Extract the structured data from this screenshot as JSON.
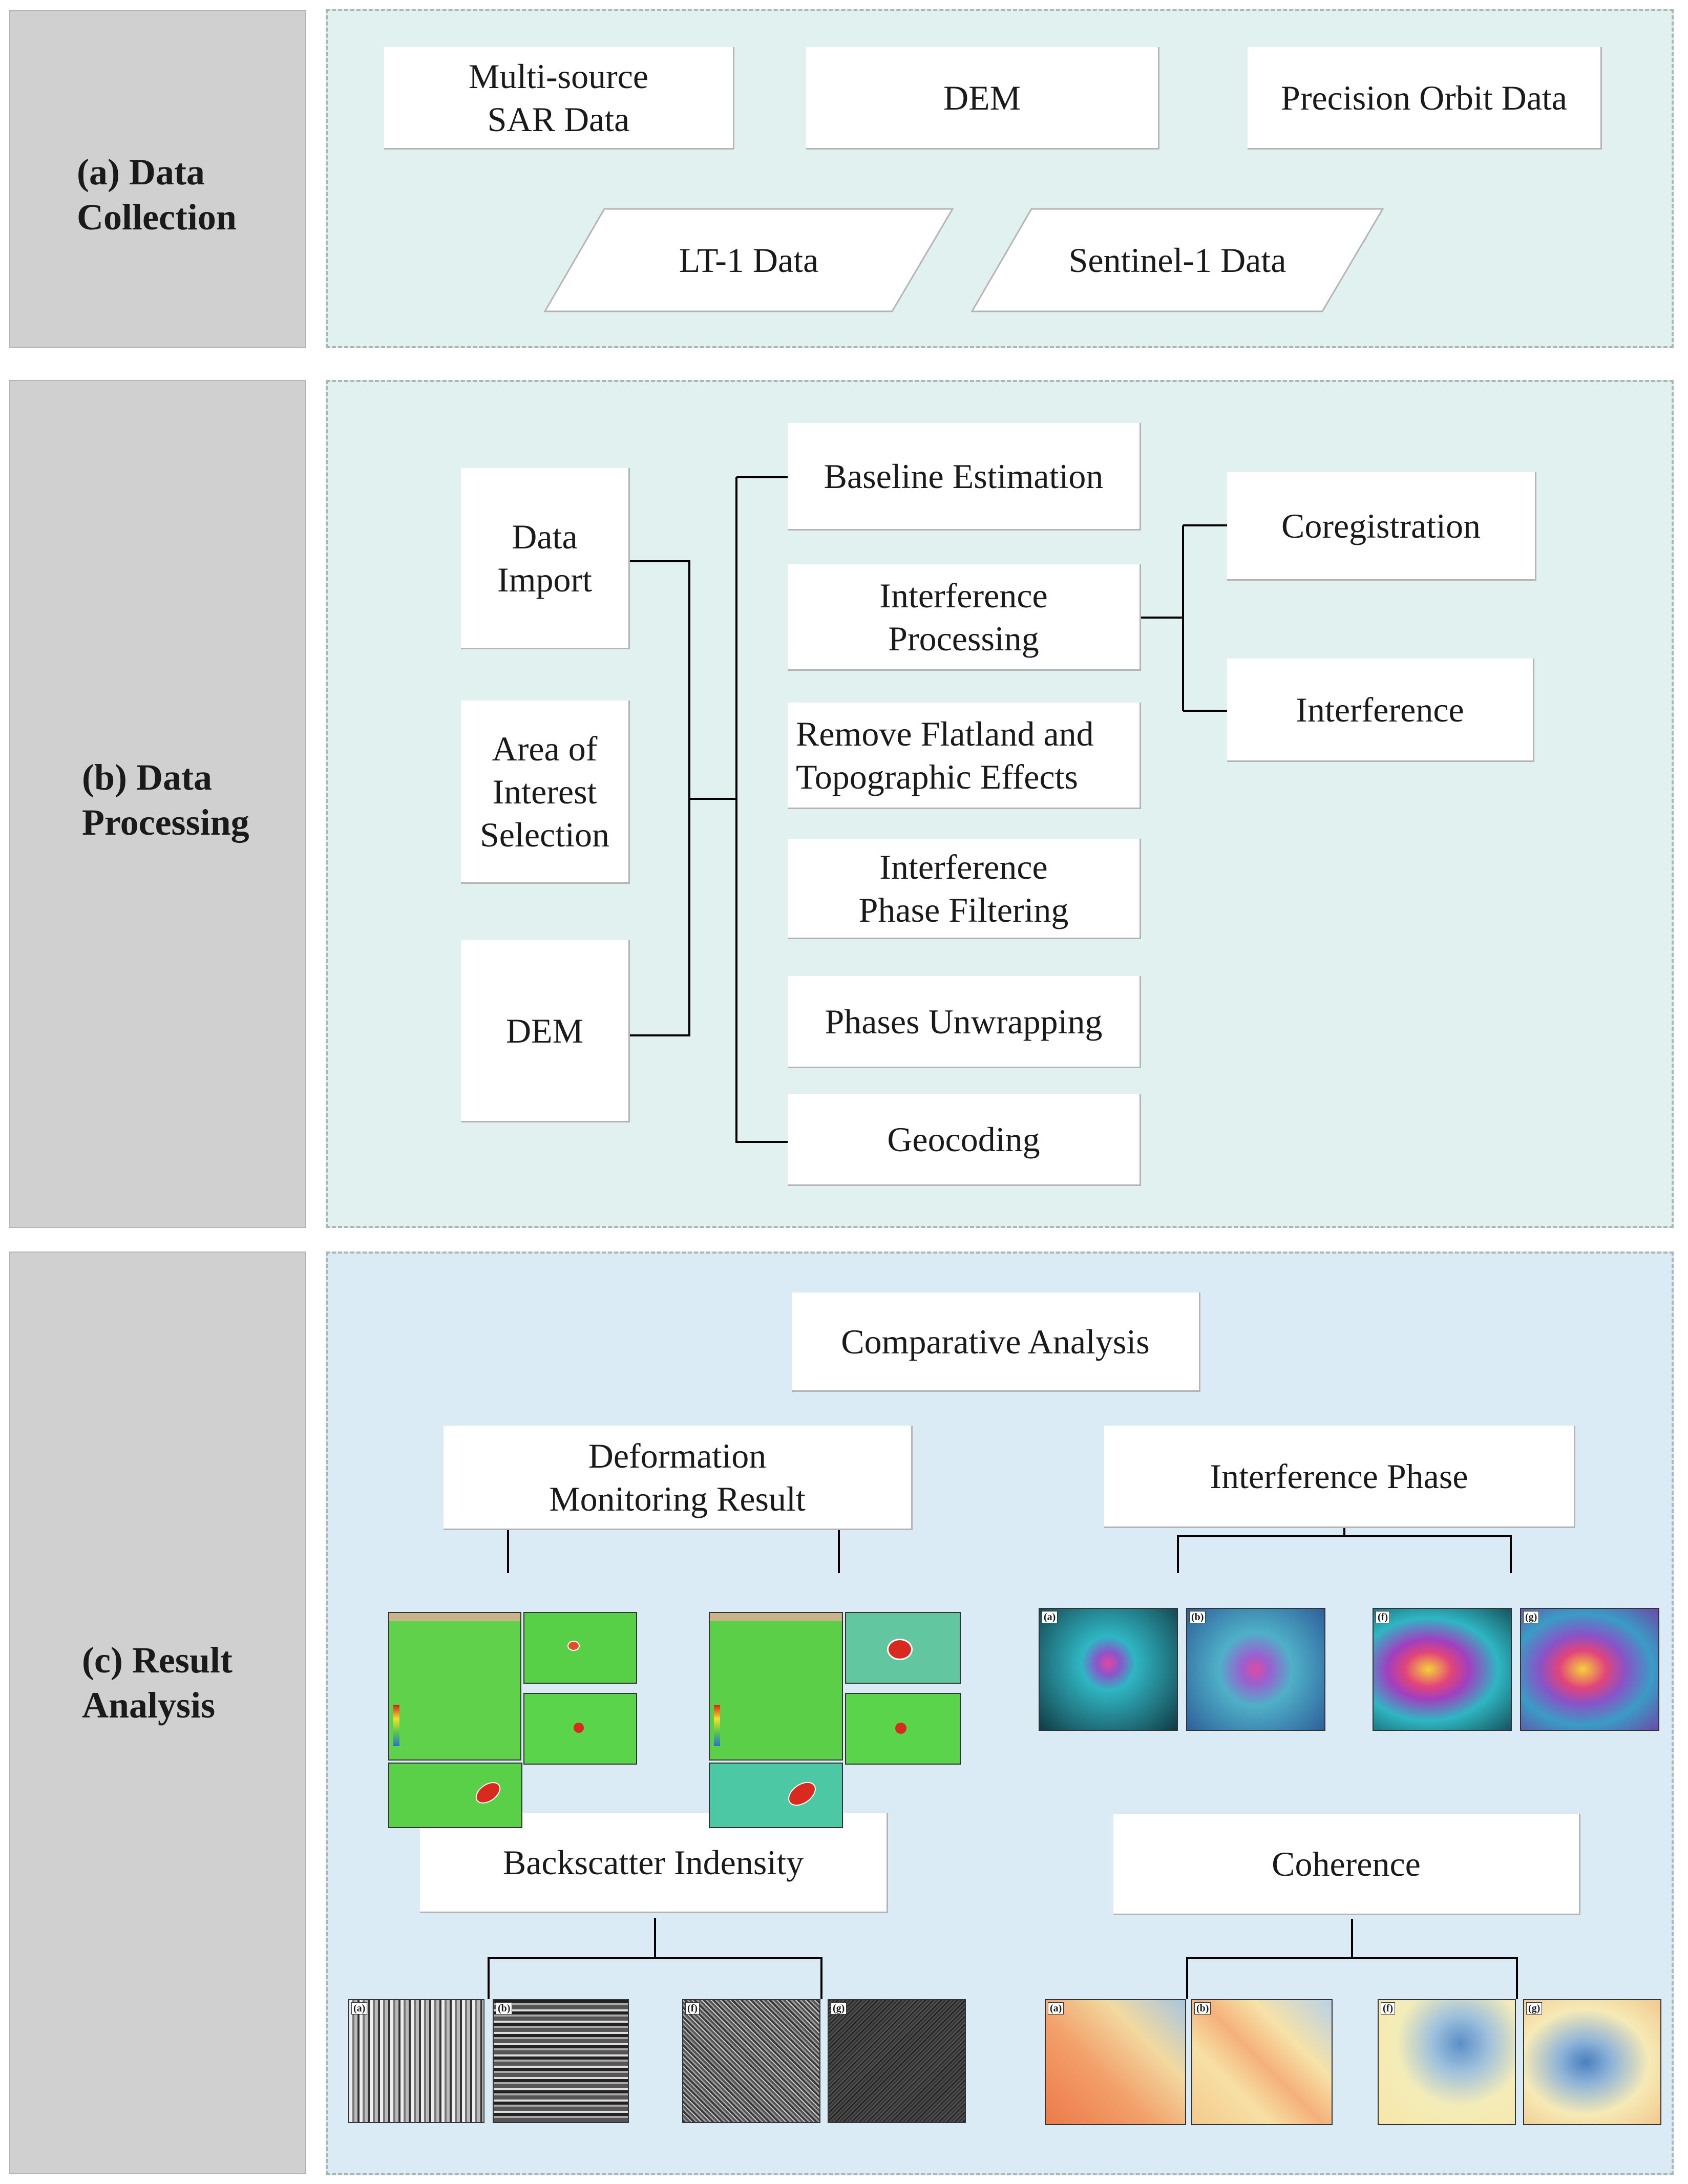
{
  "sections": {
    "collection": {
      "label": "(a) Data\nCollection"
    },
    "processing": {
      "label": "(b) Data\nProcessing"
    },
    "analysis": {
      "label": "(c) Result\nAnalysis"
    }
  },
  "collection": {
    "multi_source": "Multi-source\nSAR Data",
    "dem": "DEM",
    "orbit": "Precision Orbit Data",
    "lt1": "LT-1 Data",
    "sentinel": "Sentinel-1 Data"
  },
  "processing": {
    "data_import": "Data\nImport",
    "aoi": "Area of\nInterest\nSelection",
    "dem": "DEM",
    "baseline": "Baseline Estimation",
    "interference_processing": "Interference\nProcessing",
    "remove_flatland": "Remove Flatland and\nTopographic Effects",
    "phase_filtering": "Interference\nPhase Filtering",
    "unwrapping": "Phases Unwrapping",
    "geocoding": "Geocoding",
    "coregistration": "Coregistration",
    "interference": "Interference"
  },
  "analysis": {
    "comparative": "Comparative Analysis",
    "deformation": "Deformation\nMonitoring Result",
    "interference_phase": "Interference Phase",
    "backscatter": "Backscatter Indensity",
    "coherence": "Coherence"
  },
  "thumb_tags": {
    "phase": [
      "(a)",
      "(b)",
      "(f)",
      "(g)"
    ],
    "backscatter": [
      "(a)",
      "(b)",
      "(f)",
      "(g)"
    ],
    "coherence": [
      "(a)",
      "(b)",
      "(f)",
      "(g)"
    ]
  },
  "colors": {
    "side_gray": "#d0d0d0",
    "panel_teal": "#e0f1ef",
    "panel_blue": "#dbebf6",
    "connector": "#000000"
  }
}
